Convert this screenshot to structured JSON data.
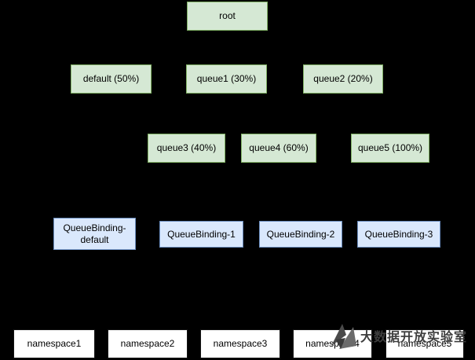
{
  "diagram": {
    "root": {
      "label": "root"
    },
    "level2": [
      {
        "label": "default (50%)"
      },
      {
        "label": "queue1 (30%)"
      },
      {
        "label": "queue2 (20%)"
      }
    ],
    "level3": [
      {
        "label": "queue3 (40%)"
      },
      {
        "label": "queue4 (60%)"
      },
      {
        "label": "queue5 (100%)"
      }
    ],
    "bindings": [
      {
        "label": "QueueBinding-default"
      },
      {
        "label": "QueueBinding-1"
      },
      {
        "label": "QueueBinding-2"
      },
      {
        "label": "QueueBinding-3"
      }
    ],
    "namespaces": [
      {
        "label": "namespace1"
      },
      {
        "label": "namespace2"
      },
      {
        "label": "namespace3"
      },
      {
        "label": "namespace4"
      },
      {
        "label": "namespace5"
      }
    ]
  },
  "watermark": {
    "text": "大数据开放实验室"
  },
  "colors": {
    "background": "#000000",
    "queue_fill": "#d5e8d4",
    "queue_border": "#82b366",
    "binding_fill": "#dae8fc",
    "binding_border": "#6c8ebf",
    "namespace_fill": "#ffffff",
    "watermark_text": "#3d3d3d"
  }
}
